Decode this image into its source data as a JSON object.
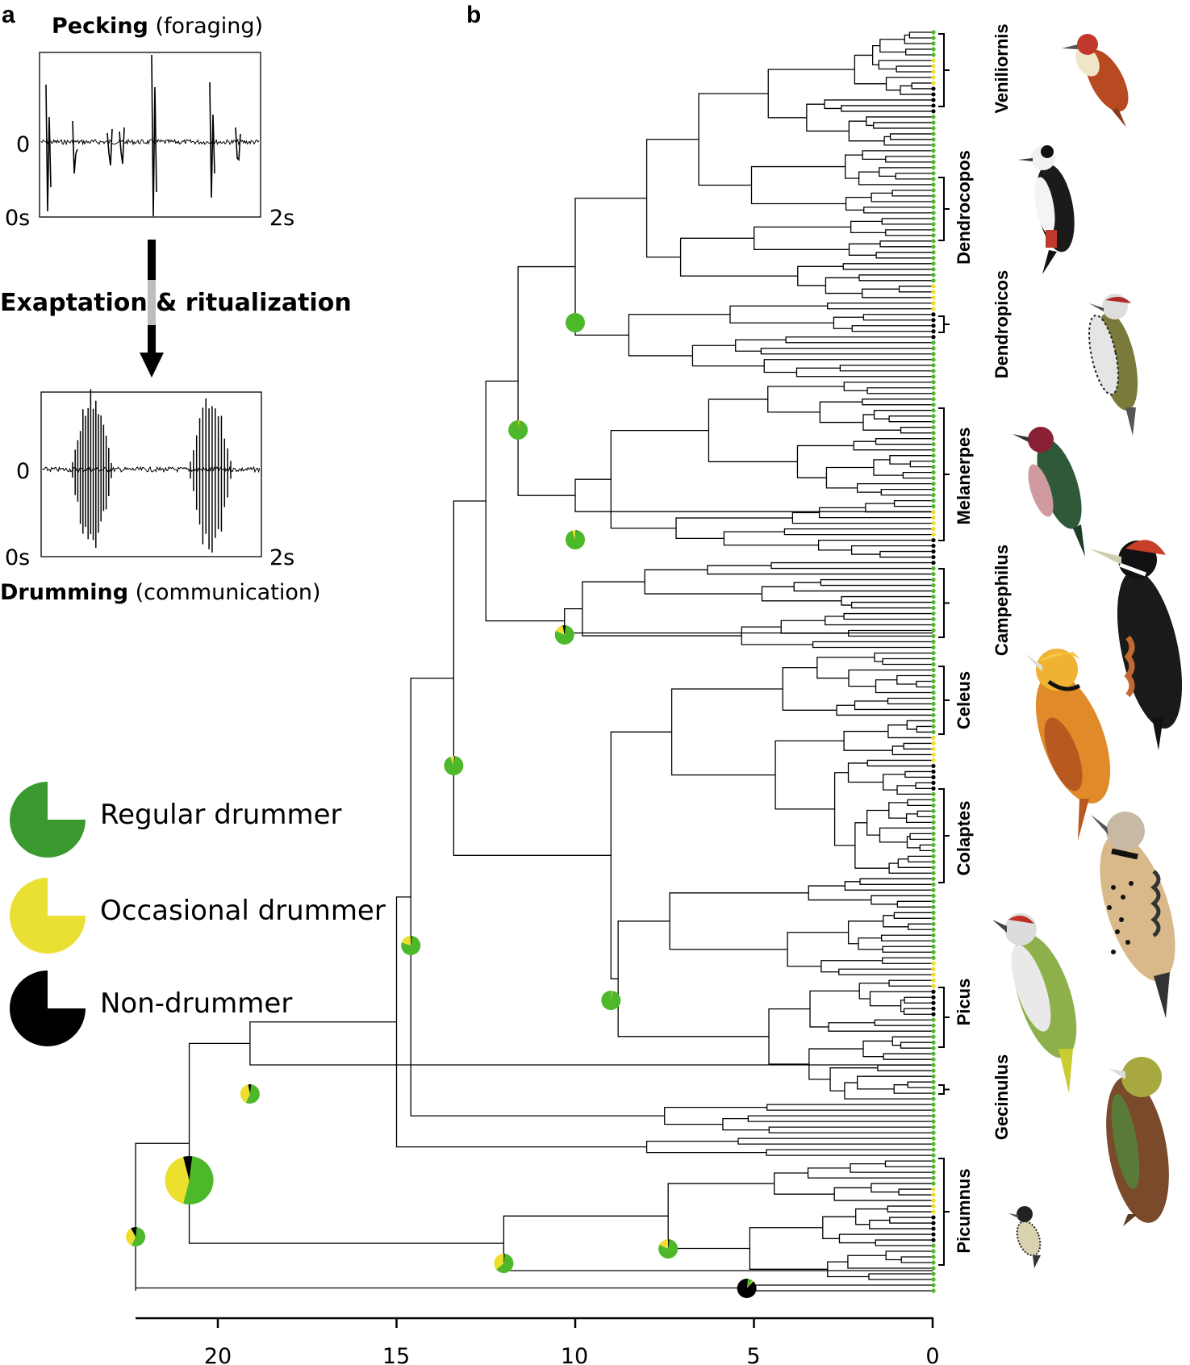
{
  "panel_a": {
    "letter": "a",
    "top_title_bold": "Pecking",
    "top_title_rest": " (foraging)",
    "y_zero": "0",
    "x_start": "0s",
    "x_end": "2s",
    "arrow_label": "Exaptation & ritualization",
    "bottom_title_bold": "Drumming",
    "bottom_title_rest": " (communication)"
  },
  "panel_b": {
    "letter": "b",
    "axis_ticks": [
      "20",
      "15",
      "10",
      "5",
      "0"
    ],
    "genera": [
      "Veniliornis",
      "Dendrocopos",
      "Dendropicos",
      "Melanerpes",
      "Campephilus",
      "Celeus",
      "Colaptes",
      "Picus",
      "Gecinulus",
      "Picumnus"
    ]
  },
  "legend": {
    "items": [
      {
        "label": "Regular drummer",
        "color": "#3a9a2f"
      },
      {
        "label": "Occasional drummer",
        "color": "#e9e033"
      },
      {
        "label": "Non-drummer",
        "color": "#000000"
      }
    ]
  },
  "colors": {
    "regular_green": "#4cb82a",
    "legend_green": "#3a9a2f",
    "yellow": "#ecdf2e",
    "black": "#000000"
  },
  "nodes": [
    {
      "age": 22.3,
      "green": 0.55,
      "yellow": 0.35,
      "black": 0.1
    },
    {
      "age": 20.8,
      "green": 0.52,
      "yellow": 0.42,
      "black": 0.06
    },
    {
      "age": 19.1,
      "green": 0.55,
      "yellow": 0.4,
      "black": 0.05
    },
    {
      "age": 14.6,
      "green": 0.78,
      "yellow": 0.2,
      "black": 0.02
    },
    {
      "age": 13.4,
      "green": 0.92,
      "yellow": 0.07,
      "black": 0.01
    },
    {
      "age": 11.6,
      "green": 0.98,
      "yellow": 0.02,
      "black": 0.0
    },
    {
      "age": 10.0,
      "green": 1.0,
      "yellow": 0.0,
      "black": 0.0
    },
    {
      "age": 10.0,
      "green": 0.93,
      "yellow": 0.06,
      "black": 0.01
    },
    {
      "age": 10.3,
      "green": 0.8,
      "yellow": 0.15,
      "black": 0.05
    },
    {
      "age": 9.0,
      "green": 0.99,
      "yellow": 0.01,
      "black": 0.0
    },
    {
      "age": 12.0,
      "green": 0.62,
      "yellow": 0.36,
      "black": 0.02
    },
    {
      "age": 7.4,
      "green": 0.8,
      "yellow": 0.18,
      "black": 0.02
    },
    {
      "age": 5.2,
      "green": 0.08,
      "yellow": 0.02,
      "black": 0.9
    }
  ]
}
